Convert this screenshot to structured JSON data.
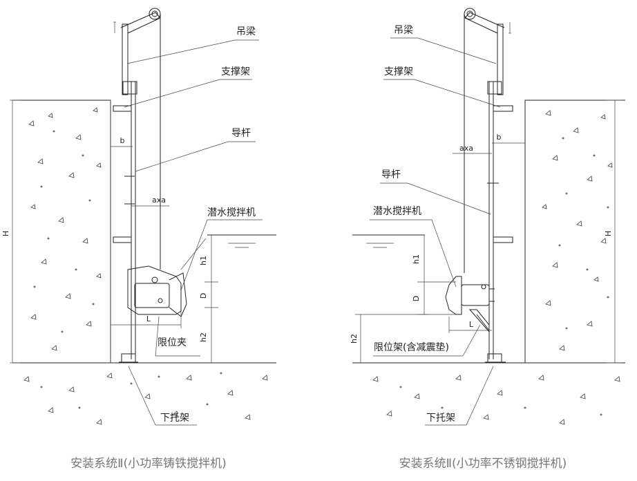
{
  "left_system": {
    "caption": "安装系统Ⅱ(小功率铸铁搅拌机)",
    "labels": {
      "lifting_beam": "吊梁",
      "support_frame": "支撑架",
      "guide_rod": "导杆",
      "mixer": "潜水搅拌机",
      "limit_clamp": "限位夹",
      "bottom_bracket": "下托架"
    },
    "dimensions": {
      "b": "b",
      "axa": "axa",
      "H": "H",
      "h1": "h1",
      "h2": "h2",
      "D": "D",
      "L": "L"
    }
  },
  "right_system": {
    "caption": "安装系统Ⅱ(小功率不锈钢搅拌机)",
    "labels": {
      "lifting_beam": "吊梁",
      "support_frame": "支撑架",
      "guide_rod": "导杆",
      "mixer": "潜水搅拌机",
      "limit_frame": "限位架(含减震垫)",
      "bottom_bracket": "下托架"
    },
    "dimensions": {
      "b": "b",
      "axa": "axa",
      "H": "H",
      "h1": "h1",
      "h2": "h2",
      "D": "D",
      "L": "L"
    }
  }
}
